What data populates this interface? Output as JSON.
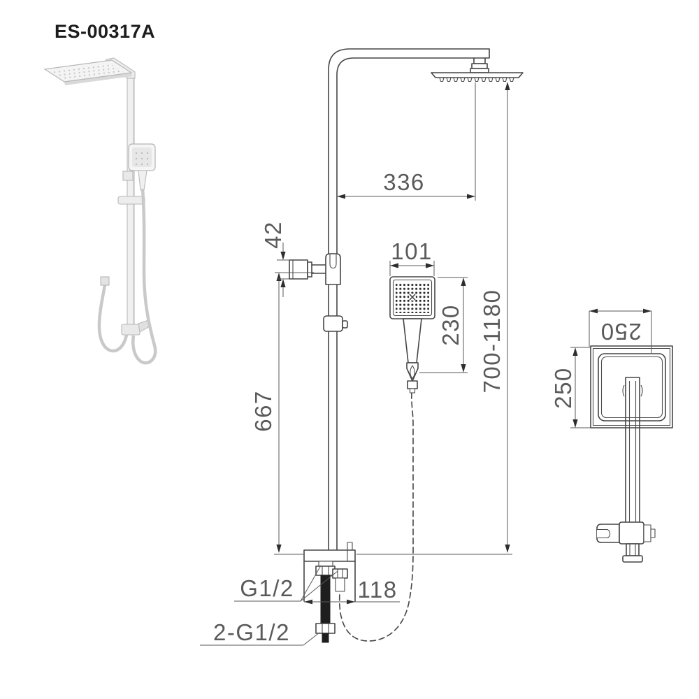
{
  "product": {
    "code": "ES-00317A"
  },
  "colors": {
    "background": "#ffffff",
    "drawing_line": "#454545",
    "dimension_line": "#585858",
    "dimension_text": "#5a5a5a",
    "hose_fill": "#1e1e1e",
    "photo_gray": "#b7b7b7",
    "title_text": "#1c1c1c"
  },
  "views": {
    "front": {
      "dimensions": {
        "arm_reach": "336",
        "wall_bracket_height": "42",
        "hand_shower_width": "101",
        "hand_shower_length": "230",
        "bracket_to_mixer": "667",
        "adjustable_height": "700-1180",
        "inlet_thread": "G1/2",
        "mixer_width": "118",
        "hose_threads": "2-G1/2"
      }
    },
    "top": {
      "dimensions": {
        "head_width": "250",
        "head_depth": "250"
      }
    }
  }
}
